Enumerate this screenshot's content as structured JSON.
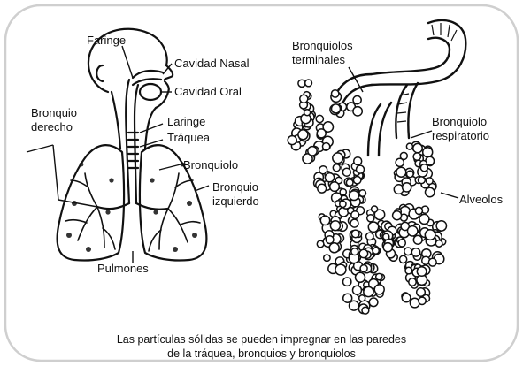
{
  "labels": {
    "faringe": "Faringe",
    "cavidad_nasal": "Cavidad Nasal",
    "cavidad_oral": "Cavidad Oral",
    "laringe": "Laringe",
    "traquea": "Tráquea",
    "bronquio_derecho_1": "Bronquio",
    "bronquio_derecho_2": "derecho",
    "bronquiolo": "Bronquiolo",
    "bronquio_izquierdo_1": "Bronquio",
    "bronquio_izquierdo_2": "izquierdo",
    "pulmones": "Pulmones",
    "bronquiolos_terminales_1": "Bronquiolos",
    "bronquiolos_terminales_2": "terminales",
    "bronquiolo_respiratorio_1": "Bronquiolo",
    "bronquiolo_respiratorio_2": "respiratorio",
    "alveolos": "Alveolos"
  },
  "caption": {
    "line1": "Las partículas sólidas se pueden impregnar en las paredes",
    "line2": "de la tráquea, bronquios y bronquiolos"
  }
}
